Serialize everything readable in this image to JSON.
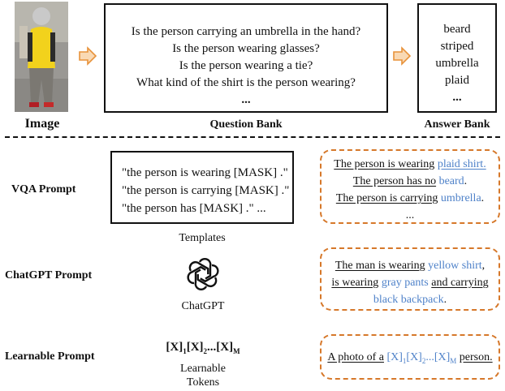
{
  "top": {
    "image_label": "Image",
    "question_bank": {
      "label": "Question Bank",
      "questions": [
        "Is the person carrying an umbrella in the hand?",
        "Is the person wearing glasses?",
        "Is the person wearing a tie?",
        "What kind of the shirt is the person wearing?",
        "..."
      ]
    },
    "answer_bank": {
      "label": "Answer Bank",
      "answers": [
        "beard",
        "striped",
        "umbrella",
        "plaid",
        "..."
      ]
    }
  },
  "vqa": {
    "label": "VQA Prompt",
    "templates": [
      "\"the person is wearing [MASK] .\"",
      "\"the person is carrying [MASK] .\"",
      "\"the person has [MASK] .\" ..."
    ],
    "templates_label": "Templates",
    "output": {
      "line1_a": "The person is wearing",
      "line1_b": "plaid shirt.",
      "line2_a": "The person has no",
      "line2_b": "beard",
      "line2_c": ".",
      "line3_a": "The person is carrying",
      "line3_b": "umbrella",
      "line3_c": ".",
      "line4": "..."
    }
  },
  "chatgpt": {
    "label": "ChatGPT Prompt",
    "icon_caption": "ChatGPT",
    "output": {
      "l1_a": "The man is wearing",
      "l1_b": "yellow shirt",
      "l1_c": ",",
      "l2_a": "is wearing",
      "l2_b": "gray pants",
      "l2_c": "and carrying",
      "l3": "black backpack",
      "l3_c": "."
    }
  },
  "learnable": {
    "label": "Learnable Prompt",
    "tokens_formula": {
      "x": "[X]",
      "s1": "1",
      "s2": "2",
      "mid": "...",
      "sM": "M"
    },
    "caption_line1": "Learnable",
    "caption_line2": "Tokens",
    "output": {
      "a": "A photo of a",
      "b_x": "[X]",
      "b_s1": "1",
      "b_s2": "2",
      "b_mid": "...",
      "b_sM": "M",
      "c": "person."
    }
  },
  "colors": {
    "accent_blue": "#4f82c9",
    "orange": "#e8923a",
    "dash_orange": "#d6782a"
  }
}
